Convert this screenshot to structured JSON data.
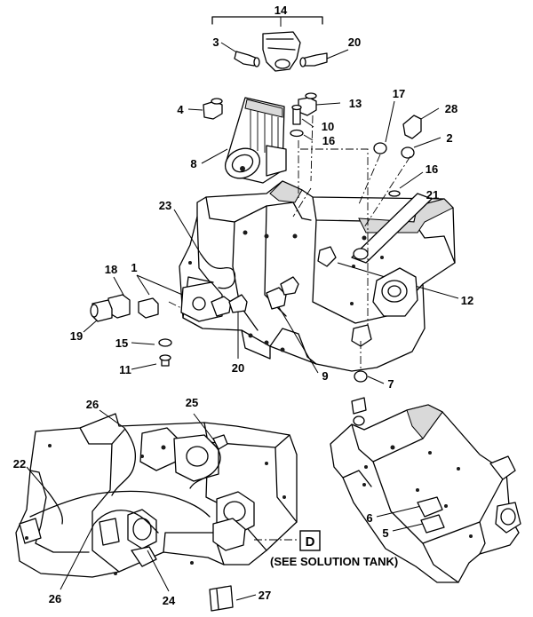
{
  "callouts": {
    "c14": "14",
    "c3": "3",
    "c20a": "20",
    "c4": "4",
    "c13": "13",
    "c17": "17",
    "c28": "28",
    "c10": "10",
    "c16a": "16",
    "c2": "2",
    "c8": "8",
    "c16b": "16",
    "c21": "21",
    "c23": "23",
    "c18": "18",
    "c1": "1",
    "c12": "12",
    "c19": "19",
    "c15": "15",
    "c20b": "20",
    "c9": "9",
    "c11": "11",
    "c7": "7",
    "c26a": "26",
    "c25": "25",
    "c22": "22",
    "c6": "6",
    "c5": "5",
    "c26b": "26",
    "c24": "24",
    "c27": "27"
  },
  "reference": {
    "letter": "D",
    "note": "(SEE SOLUTION TANK)"
  },
  "colors": {
    "line": "#000000",
    "background": "#ffffff",
    "shade": "#d9d9d9"
  }
}
